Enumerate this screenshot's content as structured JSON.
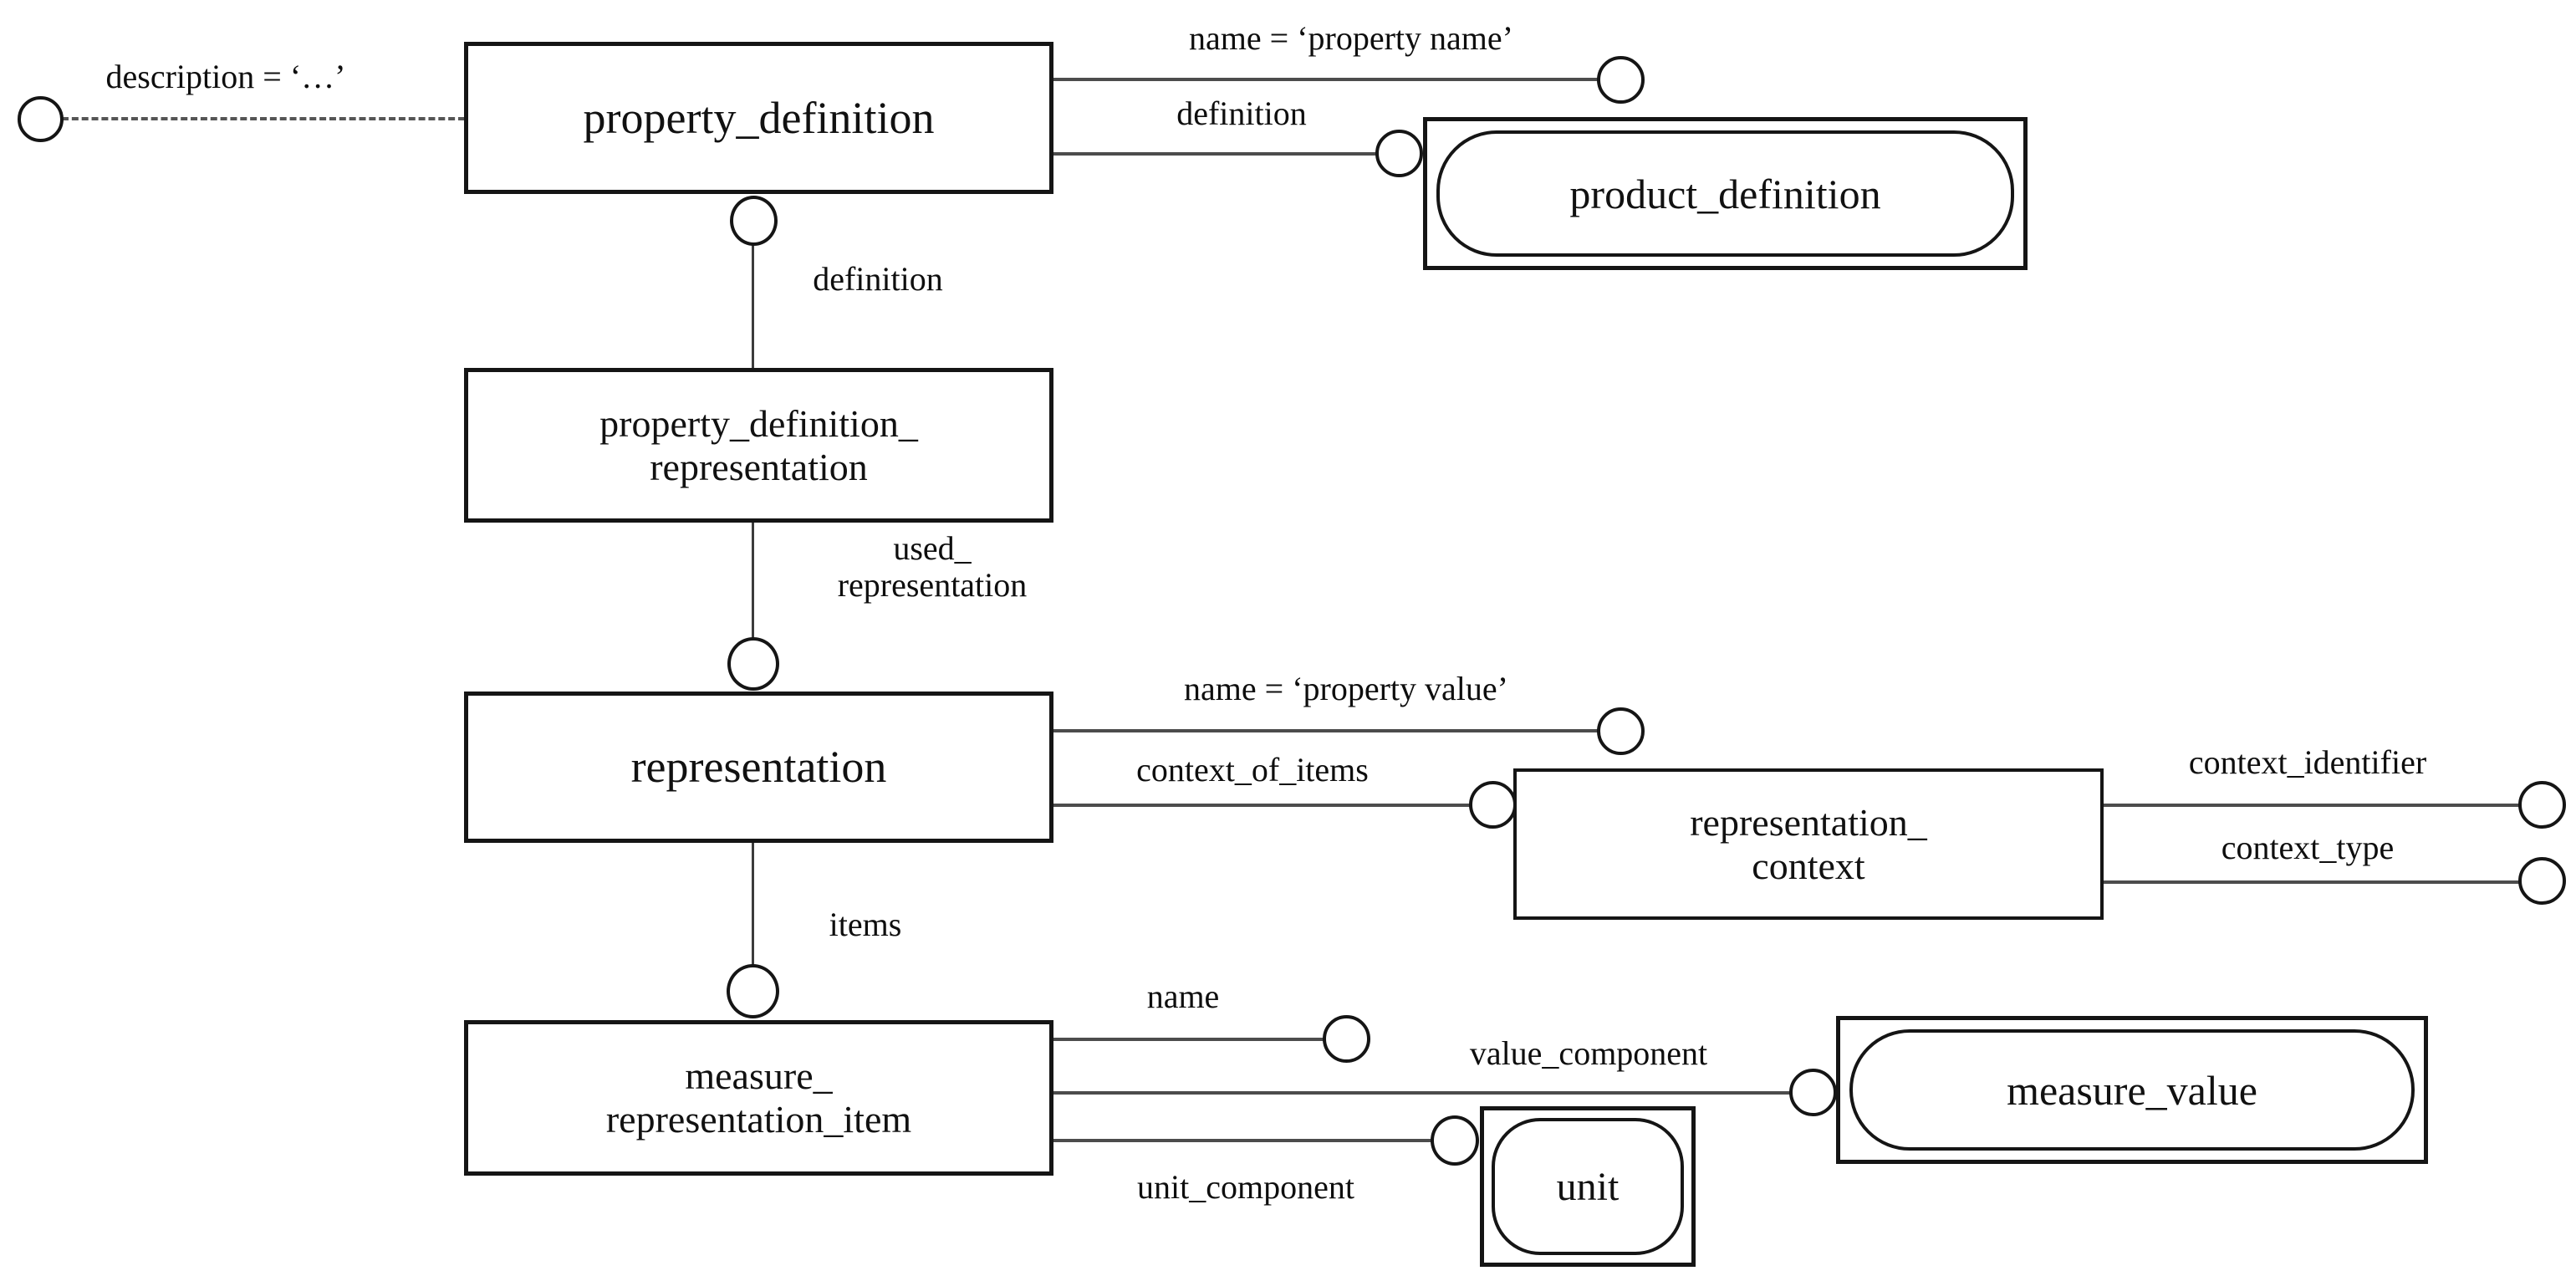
{
  "diagram": {
    "entities": {
      "property_definition": "property_definition",
      "property_definition_representation": "property_definition_\nrepresentation",
      "representation": "representation",
      "measure_representation_item": "measure_\nrepresentation_item",
      "representation_context": "representation_\ncontext",
      "product_definition": "product_definition",
      "measure_value": "measure_value",
      "unit": "unit"
    },
    "attributes": {
      "description": "description = ‘…’",
      "name_property_name": "name = ‘property name’",
      "definition_to_product": "definition",
      "definition_to_pdr": "definition",
      "used_representation": "used_\nrepresentation",
      "name_property_value": "name = ‘property value’",
      "context_of_items": "context_of_items",
      "context_identifier": "context_identifier",
      "context_type": "context_type",
      "items": "items",
      "name_attr": "name",
      "value_component": "value_component",
      "unit_component": "unit_component"
    },
    "colors": {
      "border": "#151515",
      "line": "#4c4c4c",
      "text": "#0e0e0e",
      "background": "#ffffff"
    }
  }
}
